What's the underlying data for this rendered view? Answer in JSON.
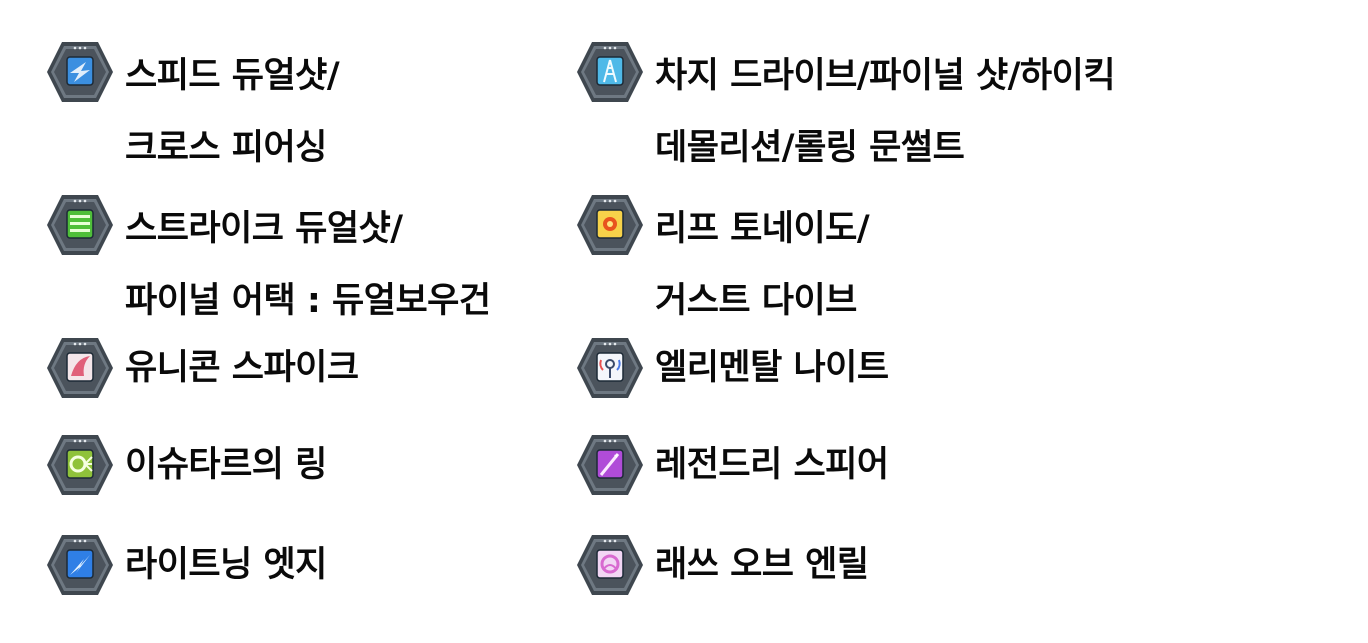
{
  "skills": [
    {
      "lines": [
        "스피드 듀얼샷/",
        "크로스 피어싱"
      ],
      "icon": "blue-arrow-icon",
      "color": "#3b8fe0"
    },
    {
      "lines": [
        "스트라이크 듀얼샷/",
        "파이널 어택 : 듀얼보우건"
      ],
      "icon": "green-bolts-icon",
      "color": "#4fbf3a"
    },
    {
      "lines": [
        "유니콘 스파이크"
      ],
      "icon": "unicorn-icon",
      "color": "#e0607a"
    },
    {
      "lines": [
        "이슈타르의 링"
      ],
      "icon": "ring-icon",
      "color": "#8fc23a"
    },
    {
      "lines": [
        "라이트닝 엣지"
      ],
      "icon": "lightning-icon",
      "color": "#2f7fe6"
    },
    {
      "lines": [
        "차지 드라이브/파이널 샷/하이킥",
        "데몰리션/롤링 문썰트"
      ],
      "icon": "tower-icon",
      "color": "#4fb9e8"
    },
    {
      "lines": [
        "리프 토네이도/",
        "거스트 다이브"
      ],
      "icon": "tornado-icon",
      "color": "#f0a020"
    },
    {
      "lines": [
        "엘리멘탈 나이트"
      ],
      "icon": "elemental-icon",
      "color": "#c6d6f0"
    },
    {
      "lines": [
        "레전드리 스피어"
      ],
      "icon": "spear-icon",
      "color": "#b04cd8"
    },
    {
      "lines": [
        "래쓰 오브 엔릴"
      ],
      "icon": "enlil-icon",
      "color": "#d86ad0"
    }
  ]
}
